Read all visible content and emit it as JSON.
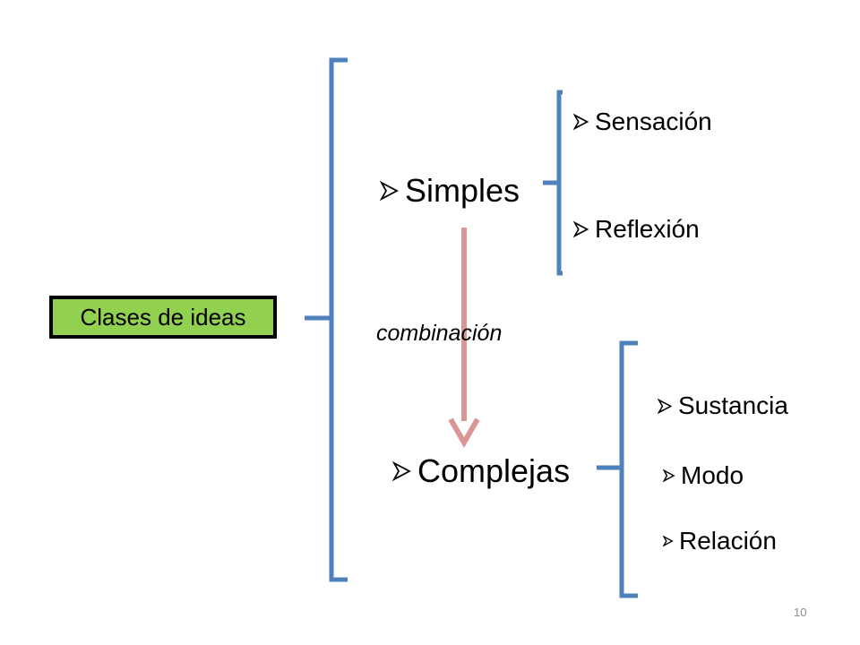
{
  "root": {
    "label": "Clases de ideas",
    "fill": "#92d050",
    "border": "#000000"
  },
  "level1": [
    {
      "label": "Simples"
    },
    {
      "label": "Complejas"
    }
  ],
  "simples_children": [
    {
      "label": "Sensación"
    },
    {
      "label": "Reflexión"
    }
  ],
  "complejas_children": [
    {
      "label": "Sustancia"
    },
    {
      "label": "Modo"
    },
    {
      "label": "Relación"
    }
  ],
  "connector": {
    "label": "combinación",
    "color": "#d99694"
  },
  "bracket_color": "#4f81bd",
  "bullet_icon": "arrow-bullet-icon",
  "page_number": "10"
}
